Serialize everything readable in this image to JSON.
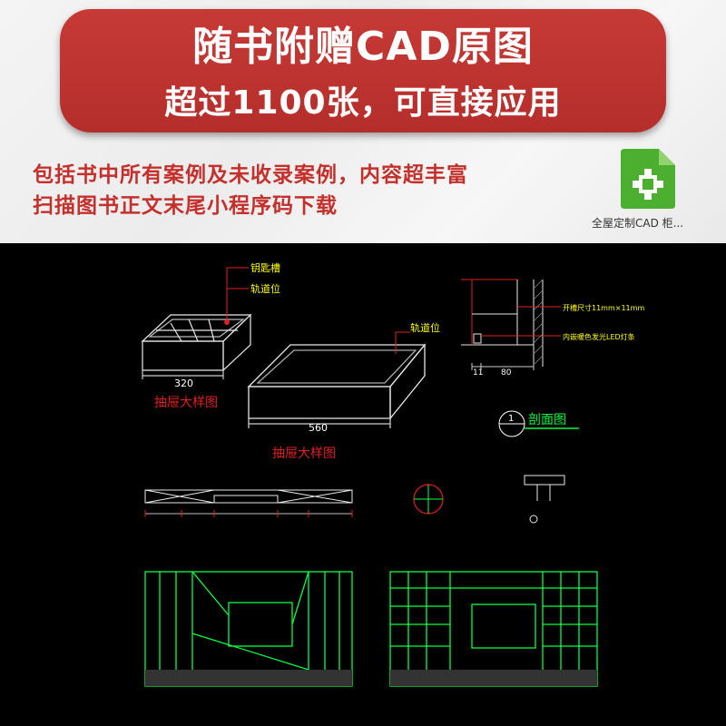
{
  "banner": {
    "line1": "随书附赠CAD原图",
    "line2": "超过1100张，可直接应用"
  },
  "description": {
    "line1": "包括书中所有案例及未收录案例，内容超丰富",
    "line2": "扫描图书正文末尾小程序码下载"
  },
  "file": {
    "label": "全屋定制CAD  柜...",
    "icon": "cad-file-icon",
    "icon_color": "#4caf2f"
  },
  "cad_drawing": {
    "background": "#000000",
    "drawer_small": {
      "callout1": "钥匙槽",
      "callout2": "轨道位",
      "dim": "320",
      "caption": "抽屉大样图"
    },
    "drawer_large": {
      "callout": "轨道位",
      "dim": "560",
      "caption": "抽屉大样图"
    },
    "section": {
      "note1": "开槽尺寸11mm×11mm",
      "note2": "内嵌暖色发光LED灯条",
      "dim_a": "11",
      "dim_b": "80",
      "number": "1",
      "title": "剖面图"
    }
  }
}
